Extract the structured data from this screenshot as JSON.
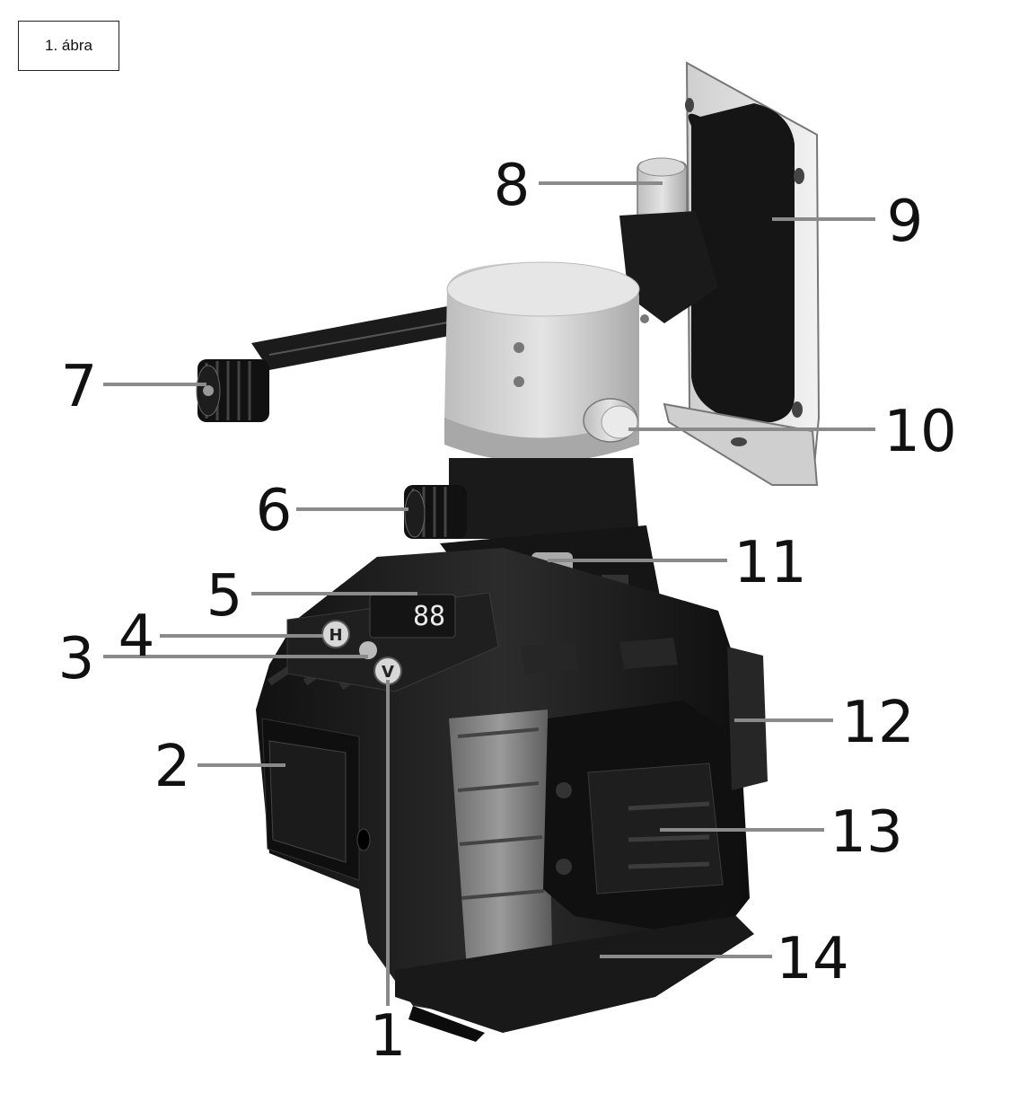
{
  "figure_label": "1. ábra",
  "callouts": [
    "1",
    "2",
    "3",
    "4",
    "5",
    "6",
    "7",
    "8",
    "9",
    "10",
    "11",
    "12",
    "13",
    "14"
  ],
  "display_readout": "88",
  "button_labels": {
    "horizontal": "H",
    "vertical": "V"
  },
  "colors": {
    "body": "#1a1a1a",
    "mount": "#c9c9c9",
    "leader": "#8a8a8a",
    "text": "#111111"
  }
}
